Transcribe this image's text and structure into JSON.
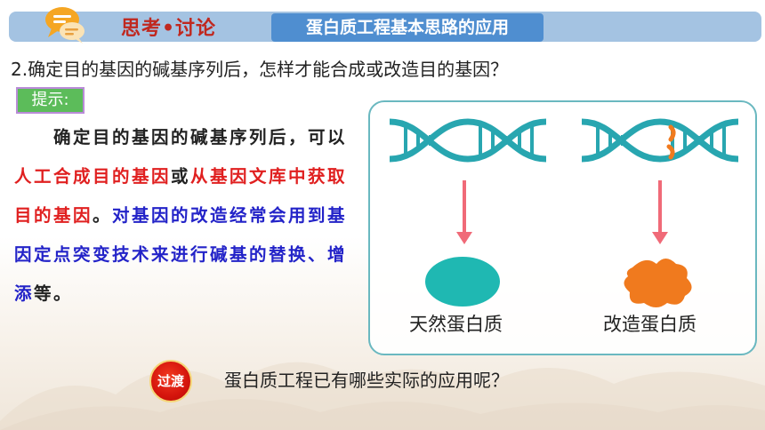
{
  "header": {
    "left_label": "思考•讨论",
    "title": "蛋白质工程基本思路的应用"
  },
  "question": "2.确定目的基因的碱基序列后，怎样才能合成或改造目的基因？",
  "hint_label": "提示:",
  "answer": {
    "line1": "确定目的基因的碱基序列后，",
    "part_a": "可以",
    "red_1": "人工合成目的基因",
    "part_b": "或",
    "red_2": "从基因文库中获取目的基因",
    "part_c": "。",
    "blue_1": "对基因的改造经常会用到基因定点突变技术来进行碱基的替换、增添",
    "part_d": "等。"
  },
  "panel": {
    "natural_caption": "天然蛋白质",
    "modified_caption": "改造蛋白质"
  },
  "colors": {
    "dna": "#28a6b0",
    "arrow": "#f06a78",
    "natural_protein": "#1fb8b2",
    "modified_protein": "#f07a1e",
    "mutation": "#f07a1e"
  },
  "transition": {
    "badge": "过渡",
    "text": "蛋白质工程已有哪些实际的应用呢？"
  }
}
